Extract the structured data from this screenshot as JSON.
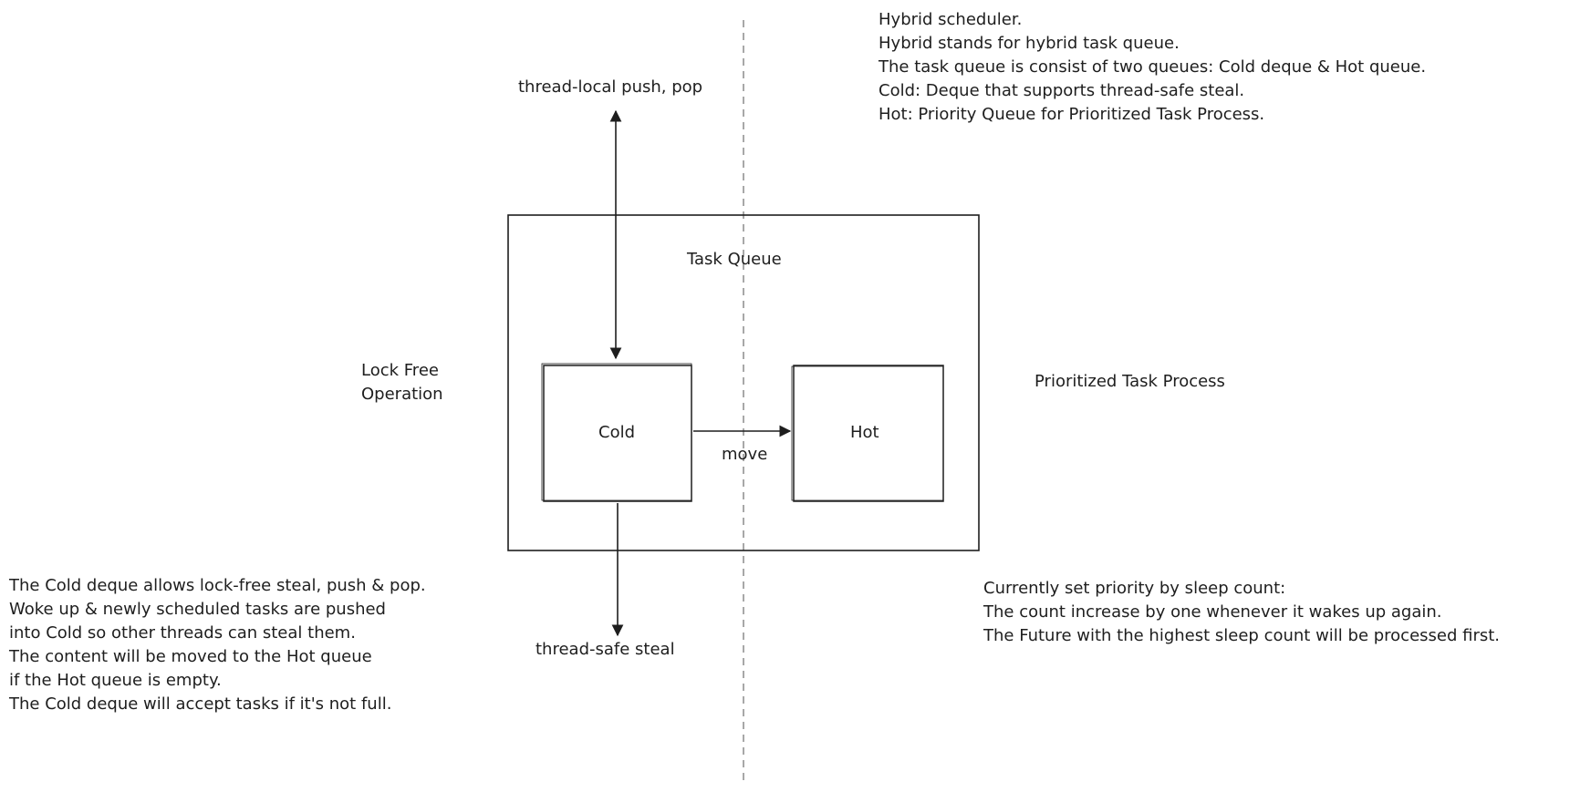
{
  "diagram": {
    "labels": {
      "push_pop": "thread-local push, pop",
      "task_queue": "Task Queue",
      "cold": "Cold",
      "hot": "Hot",
      "move": "move",
      "steal": "thread-safe steal",
      "lock_free_1": "Lock Free",
      "lock_free_2": "Operation",
      "prioritized": "Prioritized Task Process"
    },
    "notes": {
      "scheduler": [
        "Hybrid scheduler.",
        "Hybrid stands for hybrid task queue.",
        "The task queue is consist of two queues: Cold deque & Hot queue.",
        "Cold: Deque that supports thread-safe steal.",
        "Hot: Priority Queue for Prioritized Task Process."
      ],
      "cold": [
        "The Cold deque allows lock-free steal, push & pop.",
        "Woke up & newly scheduled tasks are pushed",
        "into Cold so other threads can steal them.",
        "The content will be moved to the Hot queue",
        "if the Hot queue is empty.",
        "The Cold deque will accept tasks if it's not full."
      ],
      "priority": [
        "Currently set priority by sleep count:",
        "The count increase by one whenever it wakes up again.",
        "The Future with the highest sleep count will be processed first."
      ]
    }
  }
}
